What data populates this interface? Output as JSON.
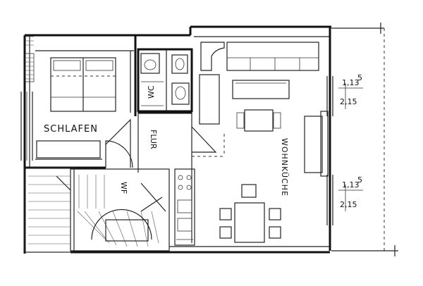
{
  "rooms": {
    "schlafen": "SCHLAFEN",
    "flur": "FLUR",
    "wc": "WC",
    "wf": "WF",
    "wohnkueche": "WOHNKÜCHE"
  },
  "dimensions": {
    "window_upper_width": "1,13",
    "window_upper_sup": "5",
    "window_upper_height": "2,15",
    "window_lower_width": "1,13",
    "window_lower_sup": "5",
    "window_lower_height": "2,15"
  }
}
